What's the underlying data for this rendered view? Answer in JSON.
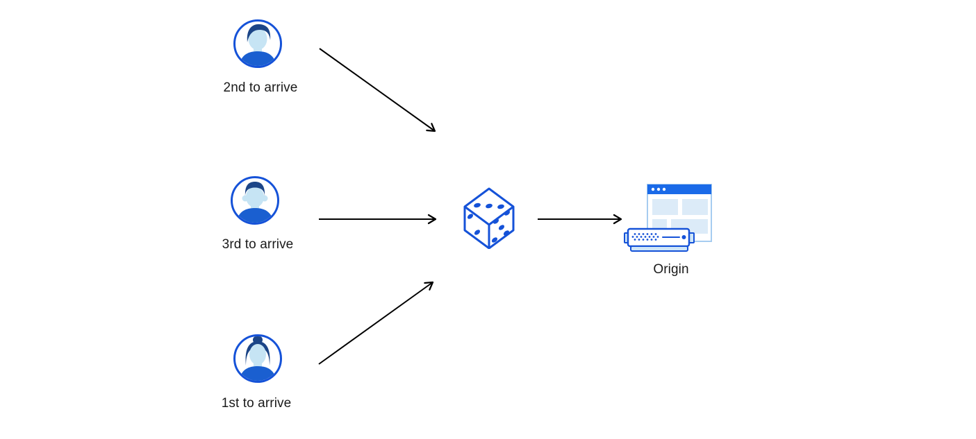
{
  "diagram": {
    "users": [
      {
        "label": "2nd to arrive",
        "avatar_icon": "man-avatar-icon"
      },
      {
        "label": "3rd to arrive",
        "avatar_icon": "man-avatar-icon"
      },
      {
        "label": "1st to arrive",
        "avatar_icon": "woman-avatar-icon"
      }
    ],
    "router": {
      "icon": "dice-icon"
    },
    "origin": {
      "label": "Origin",
      "icon": "origin-server-browser-icon"
    },
    "connections": [
      {
        "from": "2nd to arrive",
        "to": "dice"
      },
      {
        "from": "3rd to arrive",
        "to": "dice"
      },
      {
        "from": "1st to arrive",
        "to": "dice"
      },
      {
        "from": "dice",
        "to": "Origin"
      }
    ],
    "colors": {
      "accent_blue": "#1552d8",
      "hair_navy": "#1c4587",
      "face_light_blue": "#c6e4f4",
      "browser_bar_blue": "#1a6ae8",
      "pale_block_blue": "#dcebf8",
      "pale_fill_blue": "#cfe6f8",
      "window_border_blue": "#a6ccf0",
      "arrow_black": "#000000",
      "text_color": "#1a1a1a",
      "background": "#ffffff"
    }
  }
}
